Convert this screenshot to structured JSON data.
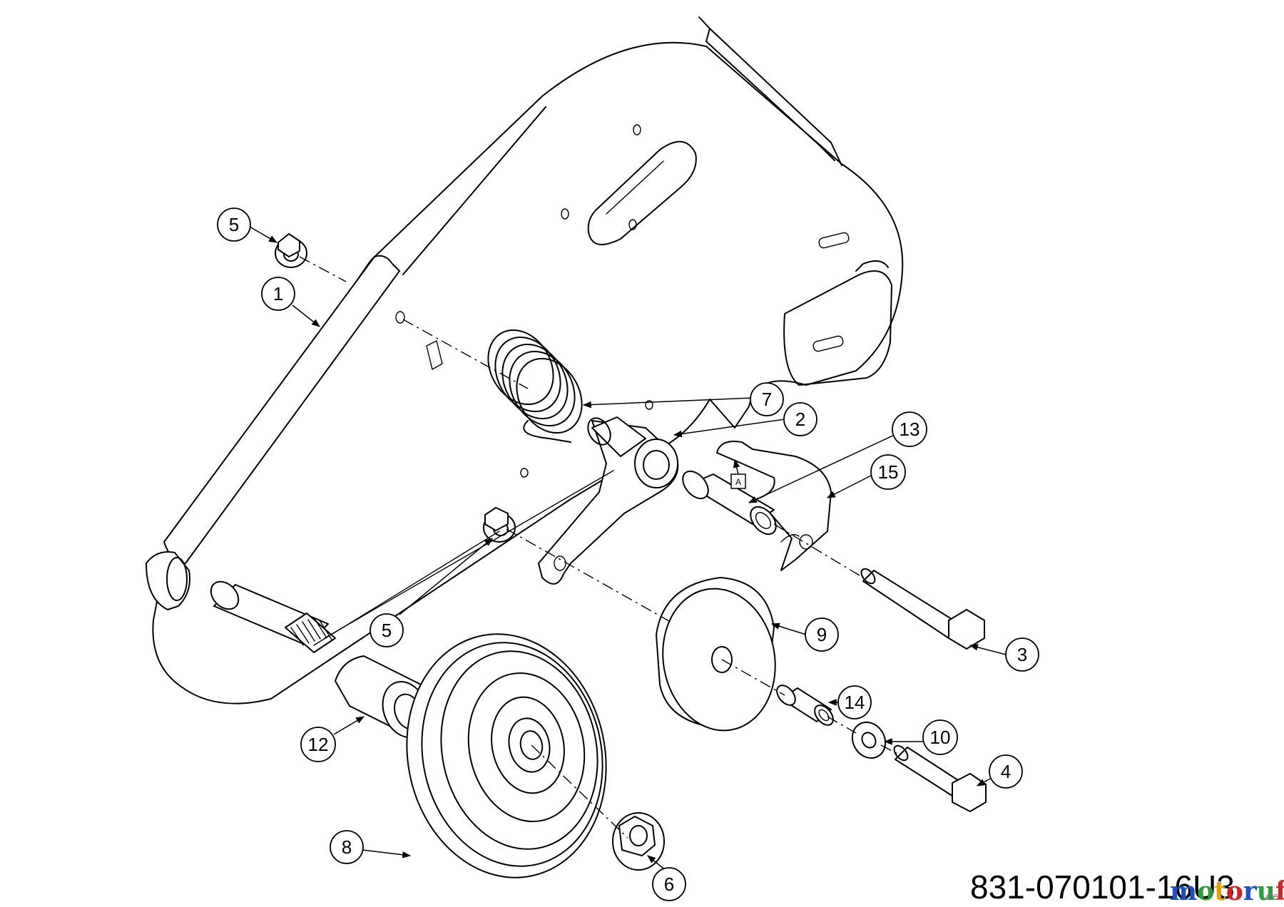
{
  "diagram": {
    "part_number": "831-070101-16U3",
    "watermark": {
      "letters": [
        "m",
        "o",
        "t",
        "o",
        "r",
        "u",
        "f"
      ],
      "letter_colors": [
        "#1f4fbf",
        "#2f9a3a",
        "#e0a000",
        "#c62828",
        "#1f4fbf",
        "#2f9a3a",
        "#c62828"
      ],
      "suffix": ".de"
    },
    "detail_flag": "A",
    "callouts": [
      {
        "id": "c5a",
        "label": "5"
      },
      {
        "id": "c1",
        "label": "1"
      },
      {
        "id": "c7",
        "label": "7"
      },
      {
        "id": "c2",
        "label": "2"
      },
      {
        "id": "c13",
        "label": "13"
      },
      {
        "id": "c15",
        "label": "15"
      },
      {
        "id": "c5b",
        "label": "5"
      },
      {
        "id": "c9",
        "label": "9"
      },
      {
        "id": "c3",
        "label": "3"
      },
      {
        "id": "c14",
        "label": "14"
      },
      {
        "id": "c10",
        "label": "10"
      },
      {
        "id": "c12",
        "label": "12"
      },
      {
        "id": "c4",
        "label": "4"
      },
      {
        "id": "c8",
        "label": "8"
      },
      {
        "id": "c6",
        "label": "6"
      }
    ]
  }
}
